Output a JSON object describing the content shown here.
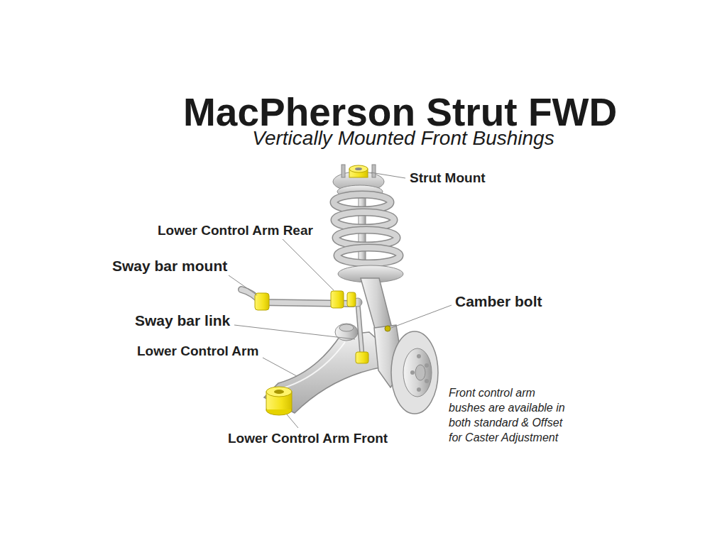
{
  "diagram": {
    "title": "MacPherson Strut FWD",
    "caption": "Vertically Mounted Front Bushings",
    "labels": [
      "Strut Mount",
      "Lower Control Arm Rear",
      "Sway bar mount",
      "Camber bolt",
      "Sway bar link",
      "Lower Control Arm",
      "Front control arm bushes are available in both standard & Offset for Caster Adjustment",
      "Lower Control Arm Front"
    ]
  }
}
